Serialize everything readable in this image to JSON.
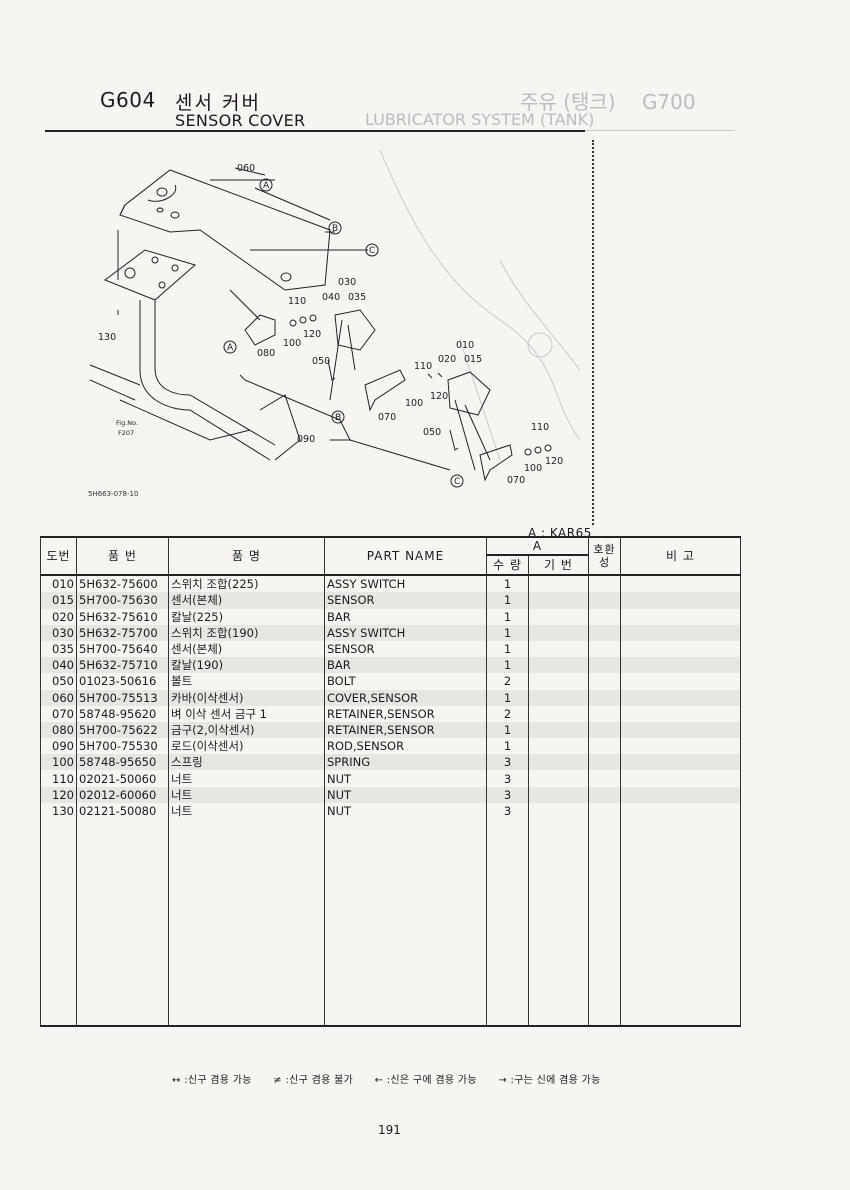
{
  "header": {
    "code": "G604",
    "title_ko": "센서 커버",
    "title_en": "SENSOR COVER"
  },
  "diagram": {
    "callouts": [
      "060",
      "030",
      "040",
      "035",
      "110",
      "120",
      "100",
      "080",
      "050",
      "070",
      "010",
      "020",
      "015",
      "090",
      "130"
    ],
    "ref_letters": [
      "A",
      "B",
      "C"
    ],
    "fig_ref": "Fig.No. F207",
    "drawing_code": "5H663-078-10"
  },
  "model_key": "A : KAR65",
  "table": {
    "headers": {
      "no": "도번",
      "part_no": "품 번",
      "name_ko": "품 명",
      "name_en": "PART NAME",
      "group_a": "A",
      "qty": "수 량",
      "base_no": "기 번",
      "interchange": "호환성",
      "remarks": "비 고"
    },
    "rows": [
      {
        "no": "010",
        "part_no": "5H632-75600",
        "name_ko": "스위치 조합(225)",
        "name_en": "ASSY SWITCH",
        "qty": "1",
        "shade": false
      },
      {
        "no": "015",
        "part_no": "5H700-75630",
        "name_ko": "센서(본체)",
        "name_en": "SENSOR",
        "qty": "1",
        "shade": true
      },
      {
        "no": "020",
        "part_no": "5H632-75610",
        "name_ko": "칼날(225)",
        "name_en": "BAR",
        "qty": "1",
        "shade": false
      },
      {
        "no": "030",
        "part_no": "5H632-75700",
        "name_ko": "스위치 조합(190)",
        "name_en": "ASSY SWITCH",
        "qty": "1",
        "shade": true
      },
      {
        "no": "035",
        "part_no": "5H700-75640",
        "name_ko": "센서(본체)",
        "name_en": "SENSOR",
        "qty": "1",
        "shade": false
      },
      {
        "no": "040",
        "part_no": "5H632-75710",
        "name_ko": "칼날(190)",
        "name_en": "BAR",
        "qty": "1",
        "shade": true
      },
      {
        "no": "050",
        "part_no": "01023-50616",
        "name_ko": "볼트",
        "name_en": "BOLT",
        "qty": "2",
        "shade": false
      },
      {
        "no": "060",
        "part_no": "5H700-75513",
        "name_ko": "카바(이삭센서)",
        "name_en": "COVER,SENSOR",
        "qty": "1",
        "shade": true
      },
      {
        "no": "070",
        "part_no": "58748-95620",
        "name_ko": "벼 이삭 센서 금구 1",
        "name_en": "RETAINER,SENSOR",
        "qty": "2",
        "shade": false
      },
      {
        "no": "080",
        "part_no": "5H700-75622",
        "name_ko": "금구(2,이삭센서)",
        "name_en": "RETAINER,SENSOR",
        "qty": "1",
        "shade": true
      },
      {
        "no": "090",
        "part_no": "5H700-75530",
        "name_ko": "로드(이삭센서)",
        "name_en": "ROD,SENSOR",
        "qty": "1",
        "shade": false
      },
      {
        "no": "100",
        "part_no": "58748-95650",
        "name_ko": "스프링",
        "name_en": "SPRING",
        "qty": "3",
        "shade": true
      },
      {
        "no": "110",
        "part_no": "02021-50060",
        "name_ko": "너트",
        "name_en": "NUT",
        "qty": "3",
        "shade": false
      },
      {
        "no": "120",
        "part_no": "02012-60060",
        "name_ko": "너트",
        "name_en": "NUT",
        "qty": "3",
        "shade": true
      },
      {
        "no": "130",
        "part_no": "02121-50080",
        "name_ko": "너트",
        "name_en": "NUT",
        "qty": "3",
        "shade": false
      }
    ]
  },
  "legend": [
    "↔ :신구 겸용 가능",
    "≠ :신구 겸용 불가",
    "← :신은 구에 겸용 가능",
    "→ :구는 신에 겸용 가능"
  ],
  "page_number": "191",
  "bleed_through": {
    "code": "G700",
    "title_ko": "주유 (탱크)",
    "title_en": "LUBRICATOR SYSTEM (TANK)"
  }
}
